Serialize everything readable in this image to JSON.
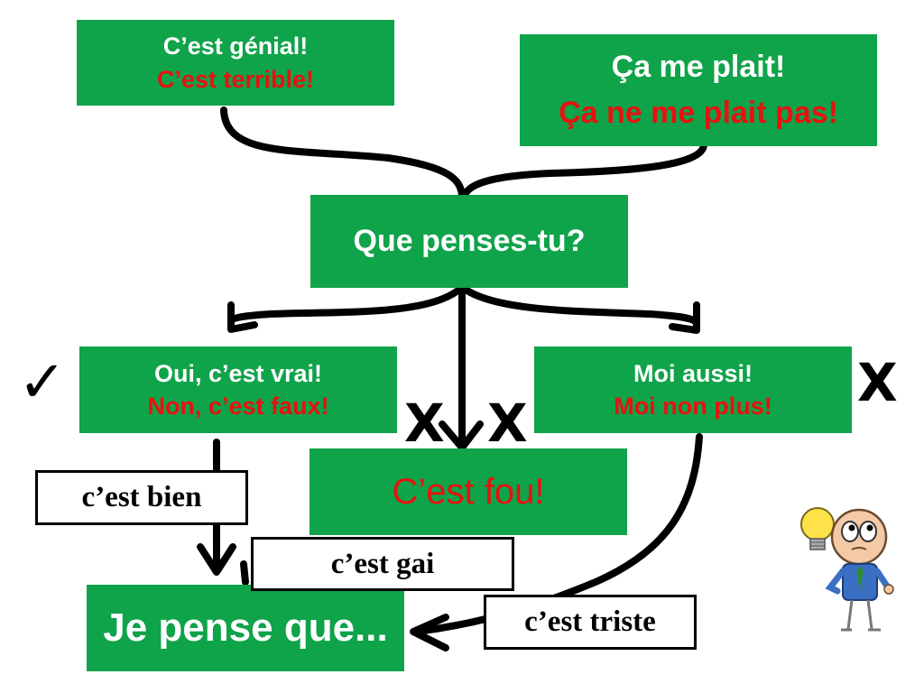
{
  "boxes": {
    "top_left": {
      "line1": "C’est génial!",
      "line2": "C’est terrible!"
    },
    "top_right": {
      "line1": "Ça me plait!",
      "line2": "Ça ne me plait pas!"
    },
    "center": {
      "text": "Que penses-tu?"
    },
    "mid_left": {
      "line1": "Oui, c’est vrai!",
      "line2": "Non, c’est faux!"
    },
    "mid_right": {
      "line1": "Moi aussi!",
      "line2": "Moi non plus!"
    },
    "mid_center": {
      "text": "C’est fou!"
    },
    "bottom": {
      "text": "Je pense que..."
    }
  },
  "labels": {
    "bien": "c’est bien",
    "gai": "c’est gai",
    "triste": "c’est triste"
  },
  "marks": {
    "check": "✓",
    "cross": "X"
  },
  "colors": {
    "box_green": "#0fa34a",
    "answer_red": "#e8110f"
  }
}
